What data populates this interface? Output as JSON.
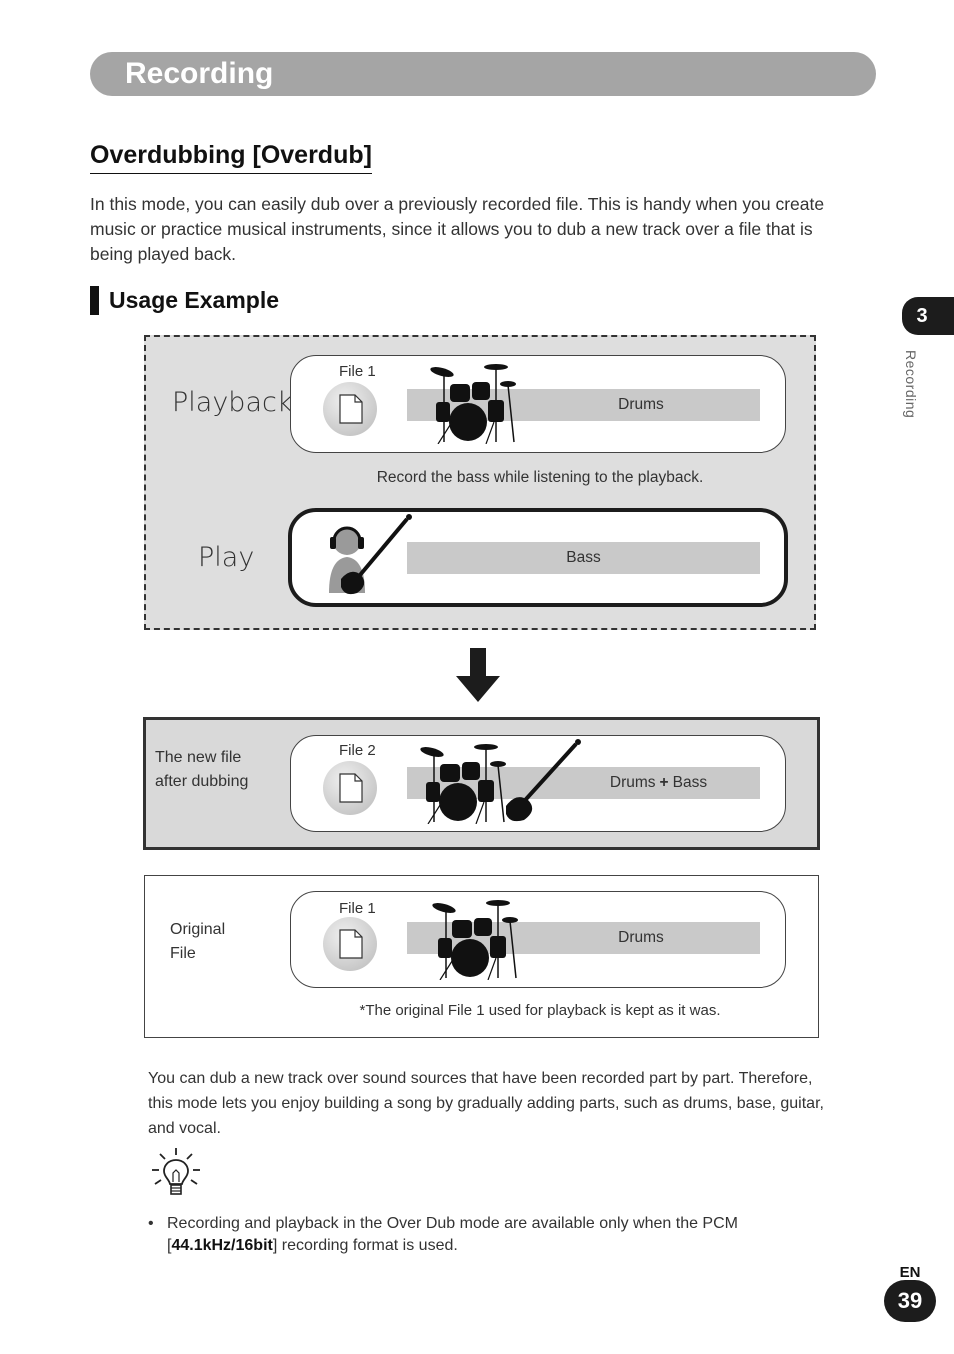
{
  "header": {
    "title": "Recording"
  },
  "section": {
    "title": "Overdubbing [Overdub]",
    "intro": "In this mode, you can easily dub over a previously recorded file. This is handy when you create music or practice musical instruments, since it allows you to dub a new track over a file that is being played back."
  },
  "usage": {
    "title": "Usage Example"
  },
  "side_tab": {
    "number": "3",
    "label": "Recording"
  },
  "diagram": {
    "playback": {
      "label": "Playback",
      "file": "File 1",
      "track": "Drums"
    },
    "caption1": "Record the bass while listening to the playback.",
    "play": {
      "label": "Play",
      "track": "Bass"
    },
    "newfile": {
      "label_line1": "The new file",
      "label_line2": "after dubbing",
      "file": "File 2",
      "track_a": "Drums",
      "track_plus": "+",
      "track_b": "Bass"
    },
    "original": {
      "label_line1": "Original",
      "label_line2": "File",
      "file": "File 1",
      "track": "Drums"
    },
    "caption2": "*The original File 1 used for playback is kept as it was."
  },
  "body2": "You can dub a new track over sound sources that have been recorded part by part. Therefore, this mode lets you enjoy building a song by gradually adding parts, such as drums, base, guitar, and vocal.",
  "note": {
    "bullet": "•",
    "text_before": "Recording and playback in the Over Dub mode are available only when the PCM [",
    "format": "44.1kHz/16bit",
    "text_after": "] recording format is used."
  },
  "footer": {
    "lang": "EN",
    "page": "39"
  }
}
